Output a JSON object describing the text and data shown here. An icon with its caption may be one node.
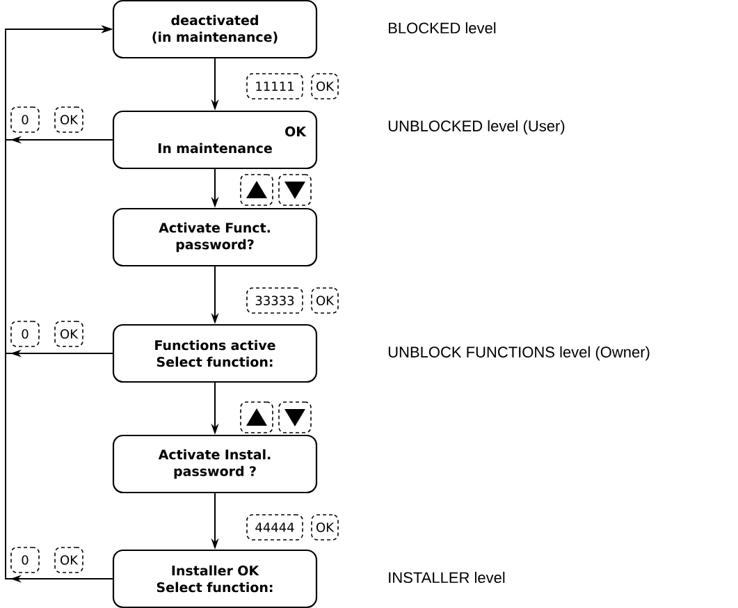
{
  "diagram": {
    "nodes": [
      {
        "text": [
          "deactivated",
          "(in maintenance)"
        ]
      },
      {
        "text": [
          "11111"
        ]
      },
      {
        "text": [
          "OK"
        ]
      },
      {
        "text": [
          "0"
        ]
      },
      {
        "text": [
          "OK"
        ]
      },
      {
        "text": [
          "OK",
          "In maintenance"
        ]
      },
      {
        "text": [],
        "shape": "box"
      },
      {
        "text": [],
        "shape": "box"
      },
      {
        "text": [
          "Activate Funct.",
          "password?"
        ]
      },
      {
        "text": [
          "33333"
        ]
      },
      {
        "text": [
          "OK"
        ]
      },
      {
        "text": [
          "0"
        ]
      },
      {
        "text": [
          "OK"
        ]
      },
      {
        "text": [
          "Functions active",
          "Select function:"
        ]
      },
      {
        "text": [],
        "shape": "box"
      },
      {
        "text": [],
        "shape": "box"
      },
      {
        "text": [
          "Activate Instal.",
          "password ?"
        ]
      },
      {
        "text": [
          "44444"
        ]
      },
      {
        "text": [
          "OK"
        ]
      },
      {
        "text": [
          "0"
        ]
      },
      {
        "text": [
          "OK"
        ]
      },
      {
        "text": [
          "Installer OK",
          "Select function:"
        ]
      }
    ],
    "edges": [
      {
        "from": 0,
        "to": 5,
        "arrow": "to"
      },
      {
        "from": 5,
        "to": 8,
        "arrow": "to"
      },
      {
        "from": 8,
        "to": 13,
        "arrow": "to"
      },
      {
        "from": 13,
        "to": 16,
        "arrow": "to"
      },
      {
        "from": 16,
        "to": 21,
        "arrow": "to"
      },
      {
        "from": 5,
        "to": 0,
        "arrow": "to"
      },
      {
        "from": 13,
        "to": 0,
        "arrow": "to"
      },
      {
        "from": 21,
        "to": 0,
        "arrow": "to"
      }
    ],
    "labels": [
      "BLOCKED level",
      "UNBLOCKED level (User)",
      "UNBLOCK FUNCTIONS level (Owner)",
      "INSTALLER level"
    ]
  }
}
